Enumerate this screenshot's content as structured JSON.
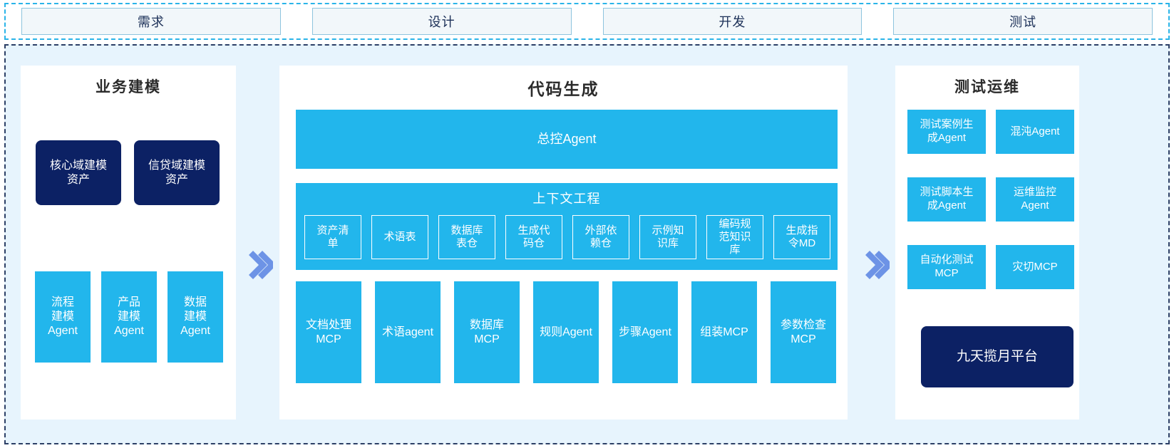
{
  "phases": {
    "items": [
      {
        "label": "需求"
      },
      {
        "label": "设计"
      },
      {
        "label": "开发"
      },
      {
        "label": "测试"
      }
    ]
  },
  "colors": {
    "accent_cyan": "#22b6ec",
    "accent_navy": "#0c2164",
    "background": "#e7f4fd",
    "card": "#ffffff",
    "arrow": "#6d93e6",
    "phase_border": "#8ec4de",
    "phase_fill": "#f2f7fa",
    "outer_dash_top": "#2ab4e8",
    "outer_dash_main": "#2c3f66"
  },
  "panels": {
    "left": {
      "title": "业务建模",
      "assets": [
        {
          "label": "核心域建模\n资产"
        },
        {
          "label": "信贷域建模\n资产"
        }
      ],
      "agents": [
        {
          "label": "流程\n建模\nAgent"
        },
        {
          "label": "产品\n建模\nAgent"
        },
        {
          "label": "数据\n建模\nAgent"
        }
      ]
    },
    "center": {
      "title": "代码生成",
      "control_agent": {
        "label": "总控Agent"
      },
      "context": {
        "title": "上下文工程",
        "items": [
          {
            "label": "资产清\n单"
          },
          {
            "label": "术语表"
          },
          {
            "label": "数据库\n表仓"
          },
          {
            "label": "生成代\n码仓"
          },
          {
            "label": "外部依\n赖仓"
          },
          {
            "label": "示例知\n识库"
          },
          {
            "label": "编码规\n范知识\n库"
          },
          {
            "label": "生成指\n令MD"
          }
        ]
      },
      "tools": [
        {
          "label": "文档处理\nMCP"
        },
        {
          "label": "术语agent"
        },
        {
          "label": "数据库\nMCP"
        },
        {
          "label": "规则Agent"
        },
        {
          "label": "步骤Agent"
        },
        {
          "label": "组装MCP"
        },
        {
          "label": "参数检查\nMCP"
        }
      ]
    },
    "right": {
      "title": "测试运维",
      "items": [
        {
          "label": "测试案例生\n成Agent"
        },
        {
          "label": "混沌Agent"
        },
        {
          "label": "测试脚本生\n成Agent"
        },
        {
          "label": "运维监控\nAgent"
        },
        {
          "label": "自动化测试\nMCP"
        },
        {
          "label": "灾切MCP"
        }
      ],
      "platform": {
        "label": "九天揽月平台"
      }
    }
  },
  "arrows": {
    "left_to_center": {
      "glyph": "double-chevron-right"
    },
    "center_to_right": {
      "glyph": "double-chevron-right"
    }
  }
}
